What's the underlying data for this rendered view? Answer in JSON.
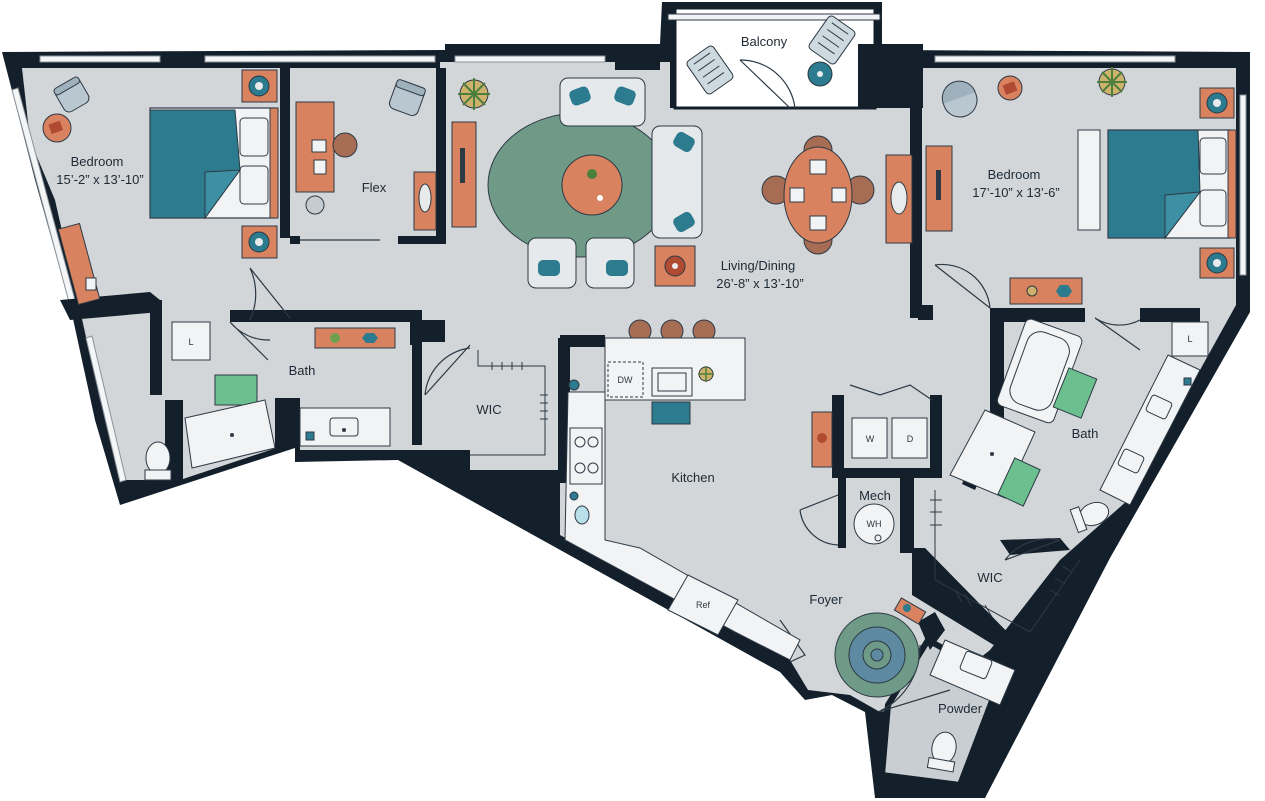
{
  "colors": {
    "wall": "#13202c",
    "floor": "#d2d6d9",
    "outside": "#ffffff",
    "fixture": "#f2f3f4",
    "teal": "#2c7b8f",
    "wood": "#d9825f",
    "rug": "#6f9a87",
    "green": "#6cc08f",
    "line": "#2d3944"
  },
  "rooms": {
    "bedroom_left": {
      "name": "Bedroom",
      "size": "15’-2” x 13’-10”"
    },
    "flex": {
      "name": "Flex"
    },
    "balcony": {
      "name": "Balcony"
    },
    "living_dining": {
      "name": "Living/Dining",
      "size": "26’-8” x 13’-10”"
    },
    "bedroom_right": {
      "name": "Bedroom",
      "size": "17’-10” x 13’-6”"
    },
    "bath_left": {
      "name": "Bath"
    },
    "wic_left": {
      "name": "WIC"
    },
    "kitchen": {
      "name": "Kitchen"
    },
    "mech": {
      "name": "Mech"
    },
    "bath_right": {
      "name": "Bath"
    },
    "wic_right": {
      "name": "WIC"
    },
    "foyer": {
      "name": "Foyer"
    },
    "powder": {
      "name": "Powder"
    }
  },
  "fixtures": {
    "linen_left": "L",
    "linen_right": "L",
    "dishwasher": "DW",
    "washer": "W",
    "dryer": "D",
    "water_heater": "WH",
    "refrigerator": "Ref"
  },
  "icons": [
    "chair-icon",
    "plant-icon",
    "lamp-icon",
    "toilet-icon",
    "sink-icon",
    "bathtub-icon",
    "range-icon",
    "stool-icon",
    "round-rug-icon"
  ]
}
